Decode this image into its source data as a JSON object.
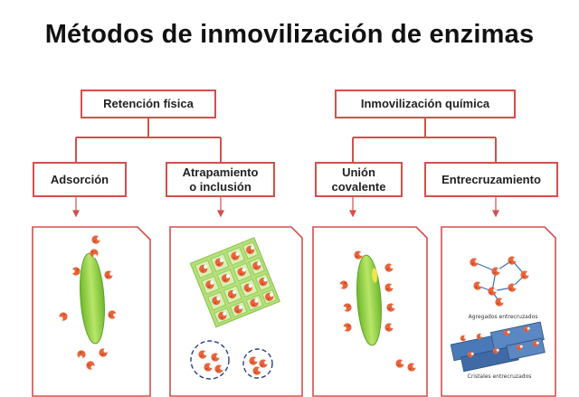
{
  "title": "Métodos de inmovilización de enzimas",
  "groups": [
    {
      "label": "Retención física",
      "methods": [
        {
          "label": "Adsorción"
        },
        {
          "label_lines": [
            "Atrapamiento",
            "o inclusión"
          ]
        }
      ]
    },
    {
      "label": "Inmovilización química",
      "methods": [
        {
          "label_lines": [
            "Unión",
            "covalente"
          ]
        },
        {
          "label": "Entrecruzamiento"
        }
      ]
    }
  ],
  "captions": {
    "aggregates": "Agregados entrecruzados",
    "crystals": "Cristales entrecruzados"
  },
  "colors": {
    "border": "#d2504c",
    "enzyme": "#e8643a",
    "carrier_green": "#8fcf3a",
    "gel_green": "#a8d86a",
    "crystal_blue": "#4a79b8"
  }
}
